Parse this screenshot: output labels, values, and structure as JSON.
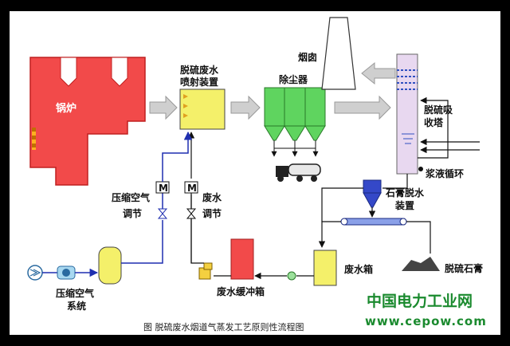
{
  "labels": {
    "boiler": "锅炉",
    "spray_l1": "脱硫废水",
    "spray_l2": "喷射装置",
    "dust": "除尘器",
    "chimney": "烟囱",
    "tower_l1": "脱硫吸",
    "tower_l2": "收塔",
    "slurry": "浆液循环",
    "gypsum_l1": "石膏脱水",
    "gypsum_l2": "装置",
    "air_reg_l1": "压缩空气",
    "air_reg_l2": "调节",
    "ww_reg_l1": "废水",
    "ww_reg_l2": "调节",
    "air_sys_l1": "压缩空气",
    "air_sys_l2": "系统",
    "buffer": "废水缓冲箱",
    "ww_tank": "废水箱",
    "gypsum_out": "脱硫石膏",
    "valve_m": "M",
    "caption": "图  脱硫废水烟道气蒸发工艺原则性流程图",
    "brand": "中国电力工业网",
    "url": "www.cepow.com"
  },
  "colors": {
    "boiler": "#f24a4a",
    "spray": "#f4f06a",
    "dust": "#5fd45f",
    "tower": "#e8d8f0",
    "flow_blue": "#1f2fb0",
    "flow_black": "#111111",
    "arrow_gray": "#cfcfcf",
    "brand_green": "#1a8a2e"
  },
  "icons": [
    "fan-icon",
    "motor-valve-icon",
    "throttle-valve-icon",
    "truck-icon",
    "pump-icon",
    "gypsum-pile-icon"
  ]
}
